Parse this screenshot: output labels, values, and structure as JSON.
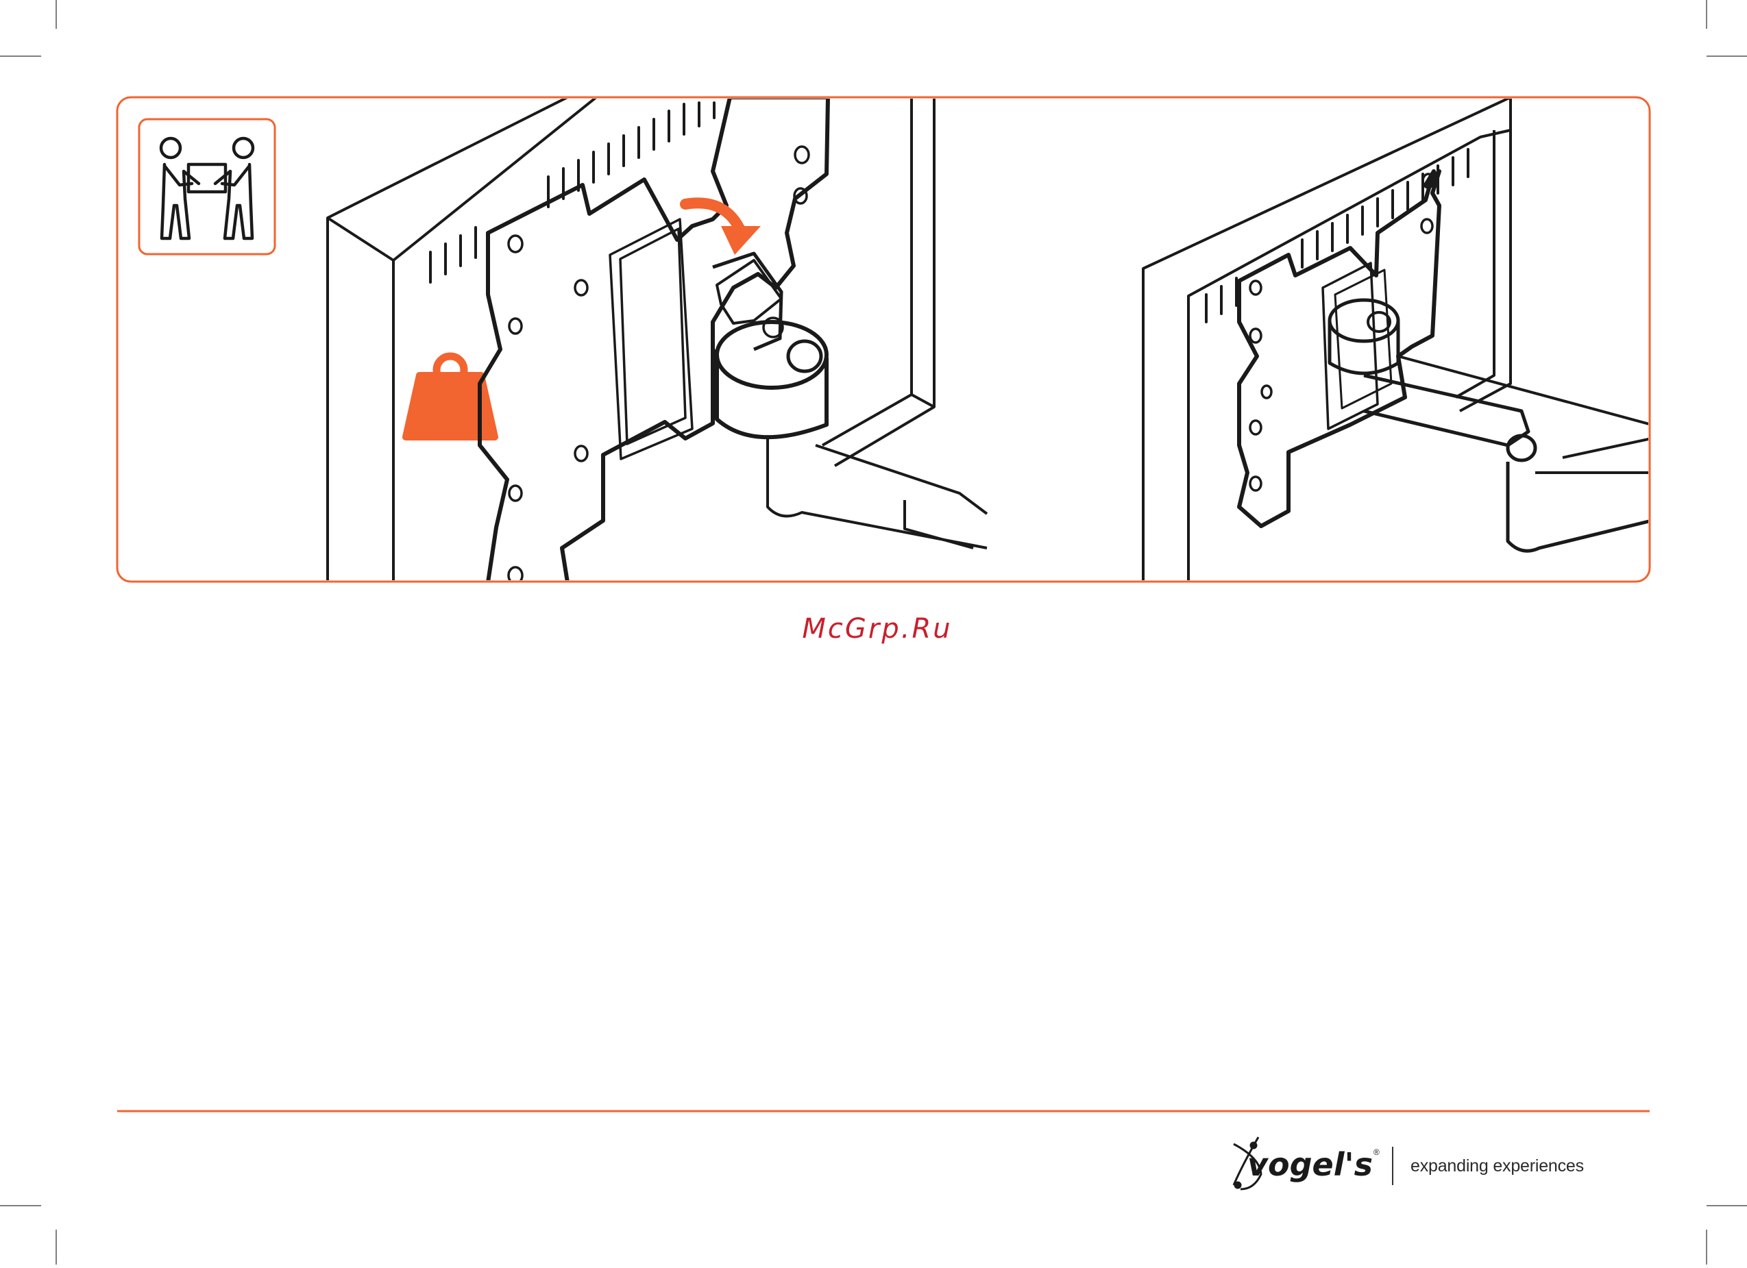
{
  "watermark": {
    "text": "McGrp.Ru"
  },
  "footer": {
    "brand_name": "vogel's",
    "tagline": "expanding experiences"
  },
  "icons": {
    "two_person_lift": "two-person-lift-icon",
    "weight": "weight-icon",
    "rotate_arrow": "curved-arrow-icon"
  },
  "colors": {
    "accent": "#f26430",
    "line": "#1a1a1a",
    "watermark": "#c8202c",
    "background": "#ffffff"
  }
}
